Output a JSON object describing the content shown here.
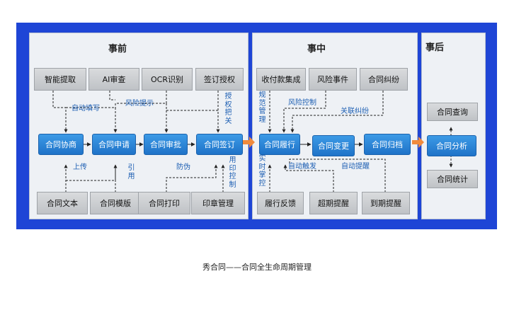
{
  "title": "秀合同——合同全生命周期管理",
  "colors": {
    "frame": "#1e45d6",
    "panel": "#eef1f5",
    "process_box": "#2a86d8",
    "input_box": "#c9cccf",
    "link_label": "#1d5fb3",
    "stage_arrow": "#f08a3c"
  },
  "stages": {
    "before": "事前",
    "during": "事中",
    "after": "事后"
  },
  "before": {
    "top": [
      "智能提取",
      "AI审查",
      "OCR识别",
      "签订授权"
    ],
    "process": [
      "合同协商",
      "合同申请",
      "合同审批",
      "合同签订"
    ],
    "bottom": [
      "合同文本",
      "合同模版",
      "合同打印",
      "印章管理"
    ],
    "labels": {
      "auto_fill": "自动填写",
      "risk_hint": "风险提示",
      "auth": "授权把关",
      "upload": "上传",
      "cite": "引用",
      "anti_fake": "防伪",
      "seal_ctrl": "用印控制"
    }
  },
  "during": {
    "top": [
      "收付款集成",
      "风险事件",
      "合同纠纷"
    ],
    "process": [
      "合同履行",
      "合同变更",
      "合同归档"
    ],
    "bottom": [
      "履行反馈",
      "超期提醒",
      "到期提醒"
    ],
    "labels": {
      "norm": "规范管理",
      "risk_ctrl": "风险控制",
      "dispute": "关联纠纷",
      "realtime": "实时掌控",
      "auto_trigger": "自动触发",
      "auto_remind": "自动提醒"
    }
  },
  "after": {
    "items": [
      "合同查询",
      "合同分析",
      "合同统计"
    ]
  }
}
